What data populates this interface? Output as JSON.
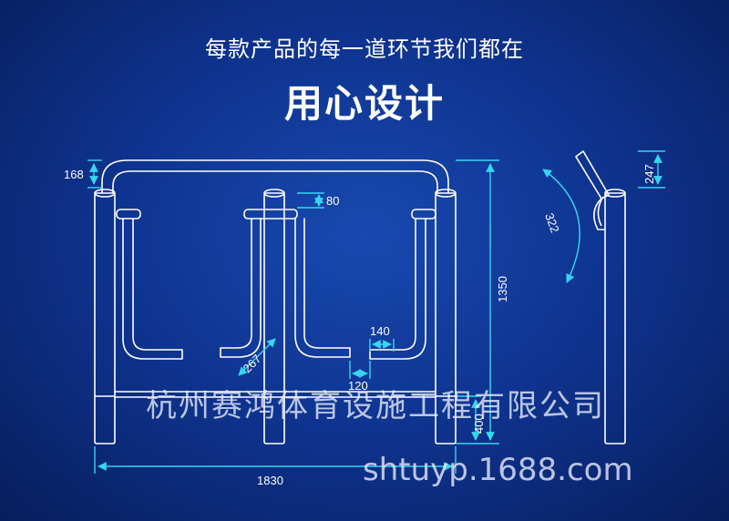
{
  "header": {
    "subtitle": "每款产品的每一道环节我们都在",
    "title": "用心设计"
  },
  "dimensions": {
    "d168": "168",
    "d80": "80",
    "d1350": "1350",
    "d140": "140",
    "d267": "267",
    "d120": "120",
    "d400": "400",
    "d1830": "1830",
    "d247": "247",
    "d322": "322"
  },
  "watermark": {
    "company": "杭州赛鸿体育设施工程有限公司",
    "url": "shtuyp.1688.com"
  },
  "colors": {
    "background": "#0f3592",
    "line": "#ffffff",
    "dimension": "#35d6f0"
  }
}
